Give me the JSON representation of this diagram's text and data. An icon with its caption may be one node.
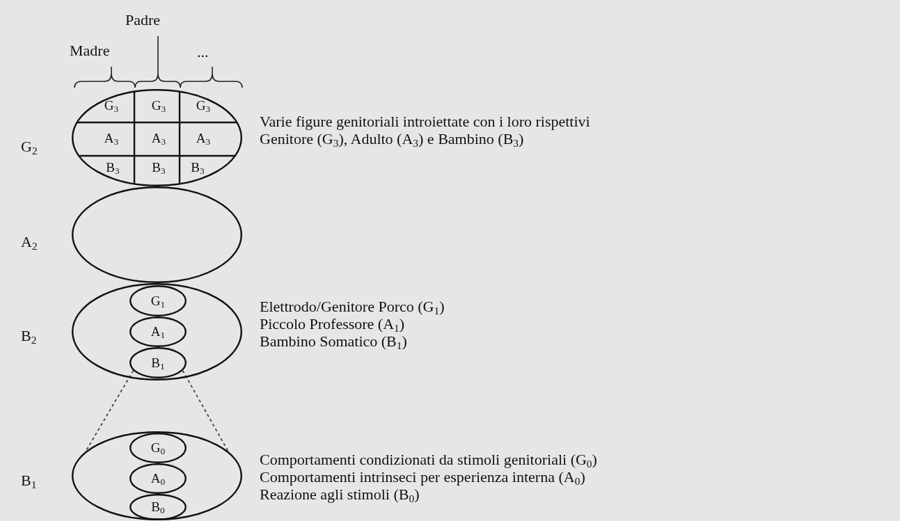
{
  "diagram": {
    "nodes": [
      {
        "text": [
          "G$_{2}$"
        ],
        "beside": [
          "Varie figure genitoriali introiettate con i loro rispettivi Genitore (G$_{3}$), Adulto (A$_{3}$) e Bambino (B$_{3}$)"
        ]
      },
      {
        "text": [
          "A$_{2}$"
        ]
      },
      {
        "text": [
          "B$_{2}$"
        ],
        "beside": [
          "Elettrodo/Genitore Porco (G$_{1}$)",
          "Piccolo Professore (A$_{1}$)",
          "Bambino Somatico (B$_{1}$)"
        ]
      },
      {
        "text": [
          "G$_{1}$"
        ],
        "in": 2
      },
      {
        "text": [
          "A$_{1}$"
        ],
        "in": 2
      },
      {
        "text": [
          "B$_{1}$"
        ],
        "in": 2
      },
      {
        "text": [
          "B$_{1}$"
        ],
        "beside": [
          "Comportamenti condizionati da stimoli genitoriali (G$_{0}$)",
          "Comportamenti intrinseci per esperienza interna (A$_{0}$)",
          "Reazione agli stimoli (B$_{0}$)"
        ]
      },
      {
        "text": [
          "G$_{0}$"
        ],
        "in": 6
      },
      {
        "text": [
          "A$_{0}$"
        ],
        "in": 6
      },
      {
        "text": [
          "B$_{0}$"
        ],
        "in": 6
      }
    ],
    "edges": [
      {
        "from": 5,
        "to": 6,
        "arrow": "none",
        "style": "dashed"
      },
      {
        "from": 5,
        "to": 6,
        "arrow": "none",
        "style": "dashed"
      }
    ],
    "labels": [
      "Padre",
      "Madre",
      "...",
      "G$_{3}$",
      "G$_{3}$",
      "G$_{3}$",
      "A$_{3}$",
      "A$_{3}$",
      "A$_{3}$",
      "B$_{3}$",
      "B$_{3}$",
      "B$_{3}$"
    ]
  }
}
